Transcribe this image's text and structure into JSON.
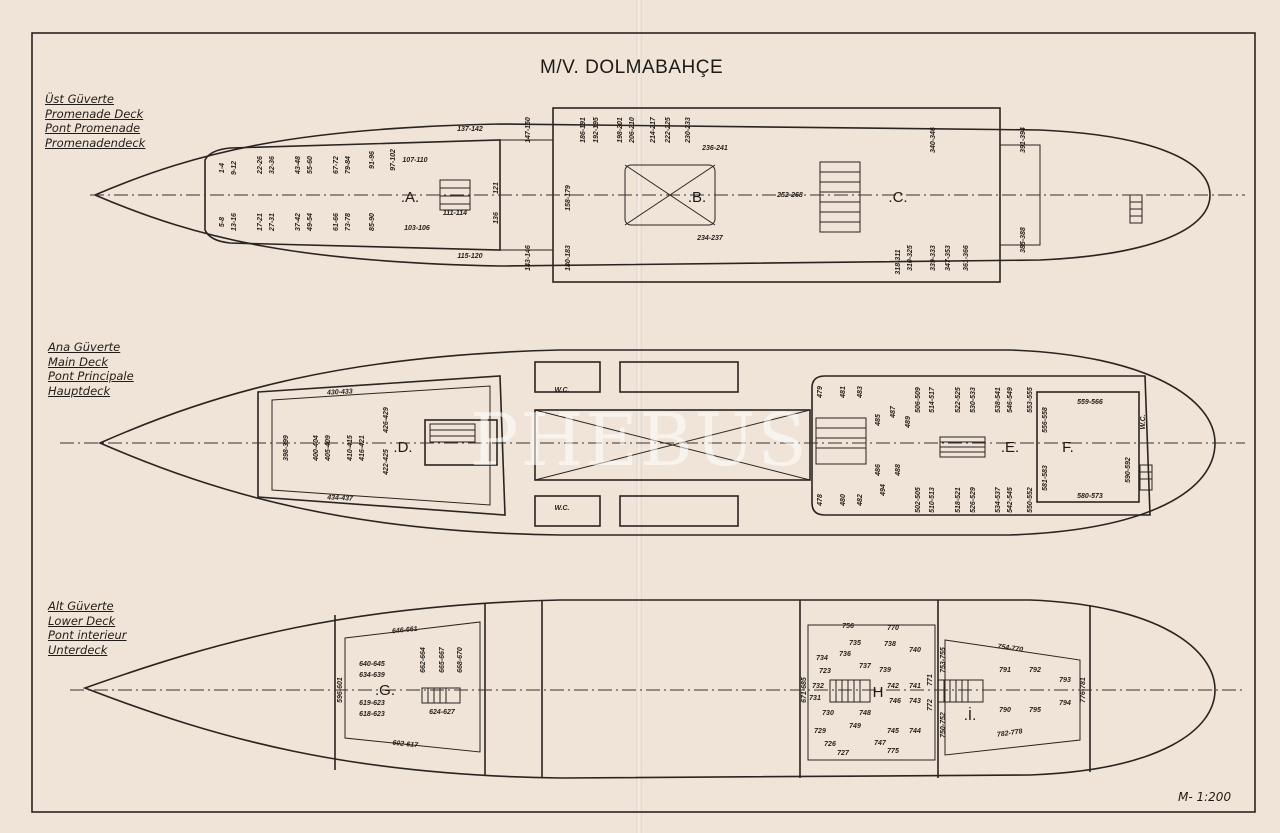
{
  "title": "M/V. DOLMABAHÇE",
  "scale": "M- 1:200",
  "watermark": "PHEBUS",
  "decks": {
    "upper": {
      "names": [
        "Üst Güverte",
        "Promenade Deck",
        "Pont Promenade",
        "Promenadendeck"
      ],
      "sections": [
        ".A.",
        ".B.",
        ".C."
      ],
      "cabins": [
        "1-4",
        "9-12",
        "5-8",
        "13-16",
        "17-21",
        "27-31",
        "22-26",
        "32-36",
        "37-42",
        "43-48",
        "49-54",
        "55-60",
        "61-66",
        "67-72",
        "73-78",
        "79-84",
        "85-90",
        "91-96",
        "97-102",
        "103-106",
        "107-110",
        "111-114",
        "115-120",
        "137-142",
        "158-179",
        "121",
        "136",
        "143-146",
        "147-150",
        "180-183",
        "186-191",
        "192-195",
        "198-201",
        "206-210",
        "214-217",
        "222-225",
        "230-233",
        "236-241",
        "234-237",
        "252-268",
        "318-311",
        "310-325",
        "339-333",
        "340-346",
        "347-353",
        "361-366",
        "385-388",
        "391-394"
      ]
    },
    "main": {
      "names": [
        "Ana Güverte",
        "Main Deck",
        "Pont Principale",
        "Hauptdeck"
      ],
      "sections": [
        ".D.",
        ".E.",
        "F."
      ],
      "wc": [
        "W.C.",
        "W.C.",
        "W.C."
      ],
      "cabins": [
        "430-433",
        "434-437",
        "398-399",
        "400-404",
        "405-409",
        "410-415",
        "416-421",
        "422-425",
        "426-429",
        "479",
        "481",
        "483",
        "478",
        "480",
        "482",
        "485",
        "487",
        "489",
        "486",
        "488",
        "494",
        "506-509",
        "514-517",
        "522-525",
        "530-533",
        "538-541",
        "546-549",
        "502-505",
        "510-513",
        "518-521",
        "526-529",
        "534-537",
        "542-545",
        "553-555",
        "550-552",
        "559-566",
        "580-573",
        "556-558",
        "581-583",
        "590-592"
      ]
    },
    "lower": {
      "names": [
        "Alt Güverte",
        "Lower Deck",
        "Pont interieur",
        "Unterdeck"
      ],
      "sections": [
        ".G.",
        "H",
        ".İ."
      ],
      "cabins": [
        "646-661",
        "602-617",
        "596-601",
        "640-645",
        "634-639",
        "619-623",
        "618-623",
        "624-627",
        "662-664",
        "665-667",
        "668-670",
        "671-685",
        "756",
        "770",
        "727",
        "775",
        "735",
        "738",
        "736",
        "734",
        "737",
        "739",
        "740",
        "723",
        "742",
        "741",
        "732",
        "731",
        "746",
        "743",
        "730",
        "748",
        "749",
        "745",
        "744",
        "729",
        "747",
        "726",
        "753-755",
        "750-752",
        "771",
        "772",
        "754-770",
        "782-778",
        "791",
        "792",
        "793",
        "794",
        "795",
        "790",
        "776-781"
      ]
    }
  }
}
